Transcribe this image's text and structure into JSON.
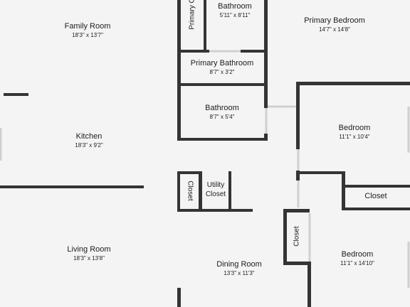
{
  "colors": {
    "wall": "#343434",
    "floor": "#f4f4f4",
    "window": "#cfcfcf",
    "text": "#1c1c1c"
  },
  "rooms": {
    "family_room": {
      "name": "Family Room",
      "dims": "18'3\" x 13'7\""
    },
    "kitchen": {
      "name": "Kitchen",
      "dims": "18'3\" x 9'2\""
    },
    "living_room": {
      "name": "Living Room",
      "dims": "18'3\" x 13'8\""
    },
    "dining_room": {
      "name": "Dining Room",
      "dims": "13'3\" x 11'3\""
    },
    "primary_bathroom_small": {
      "name": "Bathroom",
      "dims": "5'11\" x 8'11\""
    },
    "primary_closet": {
      "name": "Primary C"
    },
    "primary_bathroom": {
      "name": "Primary Bathroom",
      "dims": "8'7\" x 3'2\""
    },
    "bathroom": {
      "name": "Bathroom",
      "dims": "8'7\" x 5'4\""
    },
    "primary_bedroom": {
      "name": "Primary Bedroom",
      "dims": "14'7\" x 14'8\""
    },
    "bedroom_1": {
      "name": "Bedroom",
      "dims": "11'1\" x 10'4\""
    },
    "bedroom_2": {
      "name": "Bedroom",
      "dims": "11'1\" x 14'10\""
    },
    "closet_1": {
      "name": "Closet"
    },
    "closet_2": {
      "name": "Closet"
    },
    "closet_3": {
      "name": "Closet"
    },
    "utility_closet": {
      "line1": "Utility",
      "line2": "Closet"
    }
  }
}
